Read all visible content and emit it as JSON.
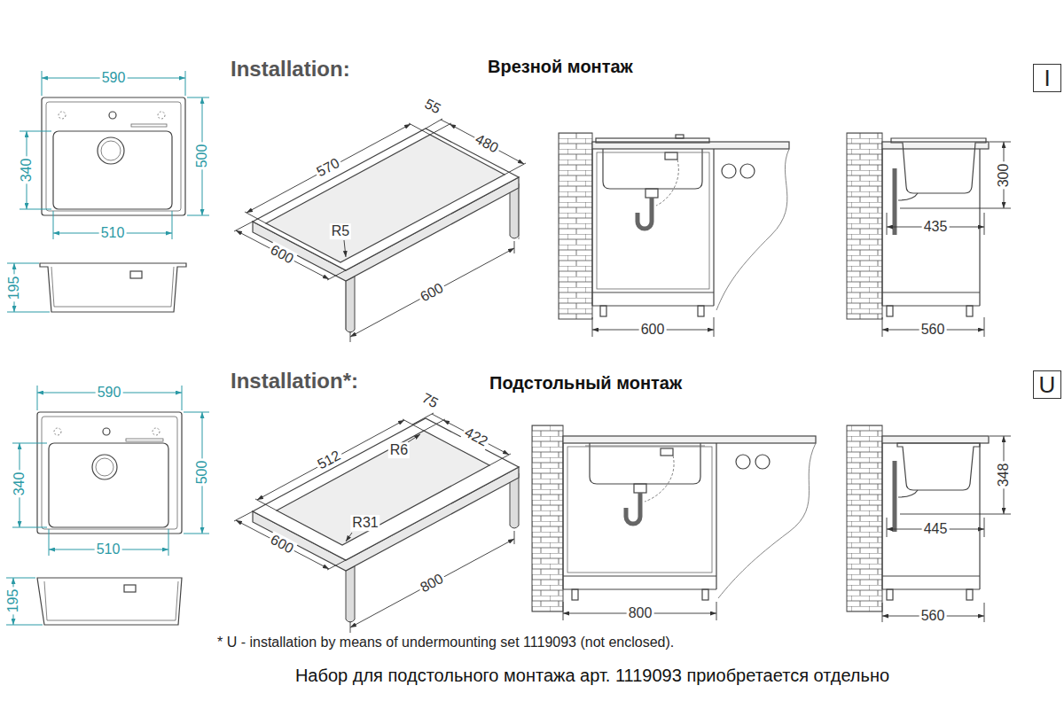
{
  "diagram": {
    "nodes": [
      {
        "text": [
          "I"
        ]
      },
      {
        "text": [
          "U"
        ]
      }
    ],
    "labels": [
      "590",
      "340",
      "500",
      "510",
      "195",
      "Installation:",
      "Врезной монтаж",
      "55",
      "480",
      "570",
      "R5",
      "600",
      "600",
      "600",
      "300",
      "435",
      "560",
      "590",
      "340",
      "500",
      "510",
      "195",
      "Installation*:",
      "Подстольный монтаж",
      "75",
      "422",
      "R6",
      "512",
      "R31",
      "600",
      "800",
      "800",
      "348",
      "445",
      "560",
      "* U - installation by means of undermounting set 1119093 (not enclosed).",
      "Набор для подстольного монтажа арт. 1119093 приобретается отдельно"
    ]
  }
}
